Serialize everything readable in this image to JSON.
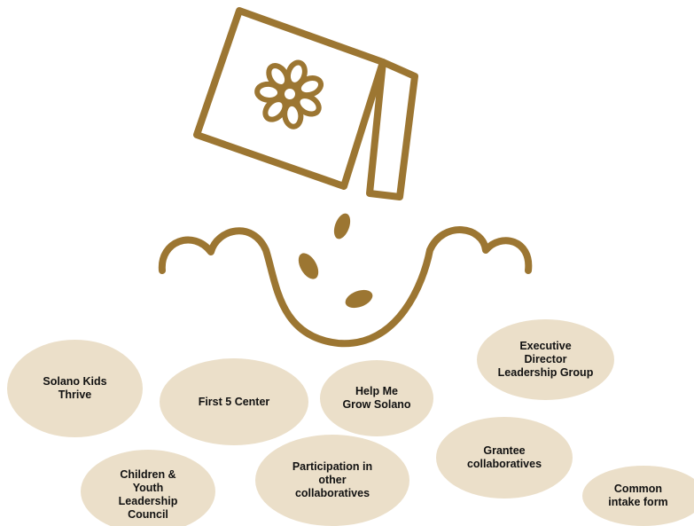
{
  "illustration": {
    "icon": "seed-packet-pouring-seeds-into-soil-icon",
    "stroke_color": "#9c7632",
    "fill_color": "#ffffff"
  },
  "bubble_color": "#ebdfc9",
  "text_color": "#111111",
  "bubbles": {
    "solano_kids_thrive": "Solano Kids\nThrive",
    "first_5_center": "First 5 Center",
    "help_me_grow": "Help Me\nGrow Solano",
    "executive_director": "Executive\nDirector\nLeadership Group",
    "children_youth_council": "Children &\nYouth\nLeadership\nCouncil",
    "participation_collaboratives": "Participation in\nother\ncollaboratives",
    "grantee_collaboratives": "Grantee\ncollaboratives",
    "common_intake_form": "Common\nintake form"
  }
}
